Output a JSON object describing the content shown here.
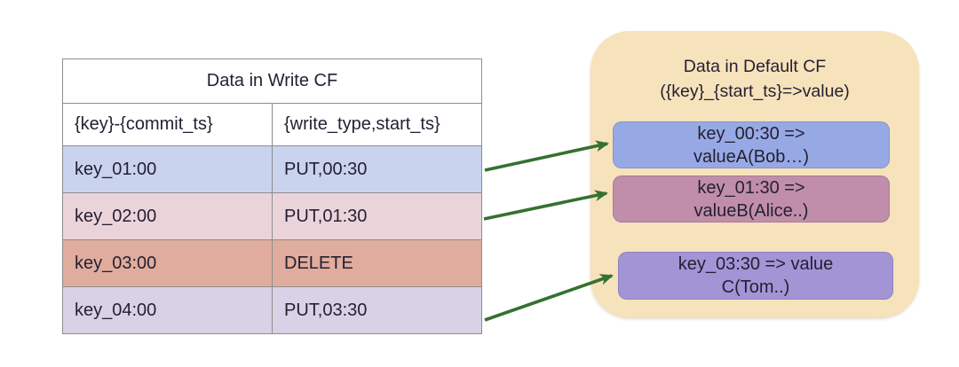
{
  "write_cf_table": {
    "title": "Data in Write CF",
    "columns": {
      "key": "{key}-{commit_ts}",
      "write": "{write_type,start_ts}"
    },
    "rows": [
      {
        "key": "key_01:00",
        "write": "PUT,00:30",
        "color": "#c9d3ee"
      },
      {
        "key": "key_02:00",
        "write": "PUT,01:30",
        "color": "#ead4da"
      },
      {
        "key": "key_03:00",
        "write": "DELETE",
        "color": "#e0ac9d"
      },
      {
        "key": "key_04:00",
        "write": "PUT,03:30",
        "color": "#d7d2e6"
      }
    ],
    "border_color": "#8d8d8d"
  },
  "default_cf_panel": {
    "title_line1": "Data in Default CF",
    "title_line2": "({key}_{start_ts}=>value)",
    "background": "#f6e2bb",
    "entries": [
      {
        "line1": "key_00:30 =>",
        "line2": "valueA(Bob…)",
        "color": "#97a9e5"
      },
      {
        "line1": "key_01:30 =>",
        "line2": "valueB(Alice..)",
        "color": "#c08eaa"
      },
      {
        "line1": "key_03:30 => value",
        "line2": "C(Tom..)",
        "color": "#a394d6"
      }
    ]
  },
  "arrows": {
    "color": "#35712f"
  }
}
